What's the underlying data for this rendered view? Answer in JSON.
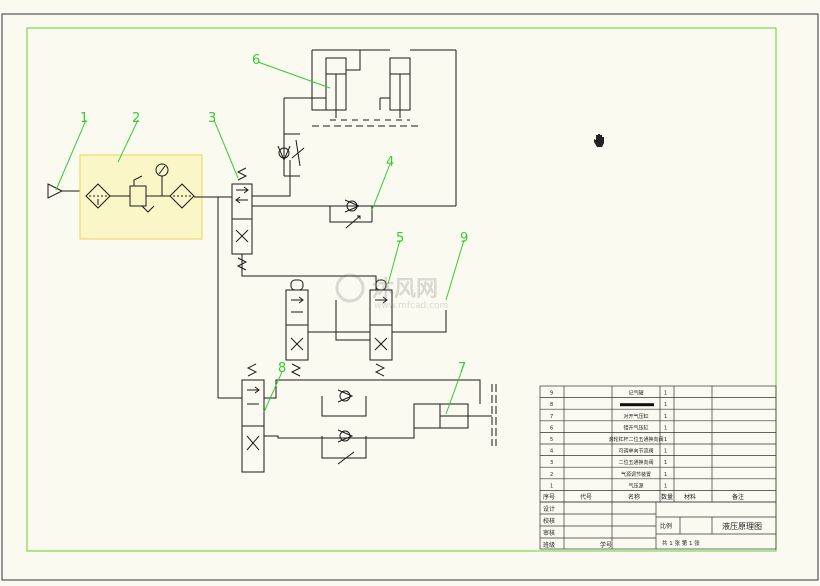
{
  "colors": {
    "background": "#fbfaf0",
    "frame": "#66cc33",
    "line": "#1a1a1a",
    "leader": "#33cc33",
    "highlight": "#f0e060"
  },
  "callouts": [
    "1",
    "2",
    "3",
    "4",
    "5",
    "6",
    "7",
    "8",
    "9"
  ],
  "bom_rows": [
    {
      "no": "9",
      "name": "记气罐",
      "qty": "1"
    },
    {
      "no": "8",
      "name": "",
      "qty": "1"
    },
    {
      "no": "7",
      "name": "对开气压缸",
      "qty": "1"
    },
    {
      "no": "6",
      "name": "错开气压缸",
      "qty": "1"
    },
    {
      "no": "5",
      "name": "滚轮杠杆二位五通换向阀",
      "qty": "1"
    },
    {
      "no": "4",
      "name": "可调单向节流阀",
      "qty": "1"
    },
    {
      "no": "3",
      "name": "二位五通换向阀",
      "qty": "1"
    },
    {
      "no": "2",
      "name": "气源调节装置",
      "qty": "1"
    },
    {
      "no": "1",
      "name": "气压源",
      "qty": "1"
    }
  ],
  "bom_header": {
    "no": "序号",
    "code": "代号",
    "name": "名称",
    "qty": "数量",
    "material": "材料",
    "remark": "备注"
  },
  "title_block": {
    "design": "设计",
    "check": "校核",
    "review": "审核",
    "class": "班级",
    "student_no": "学号",
    "scale_label": "比例",
    "drawing_title": "液压原理图",
    "sheets": "共 1 张  第 1 张"
  },
  "watermark": {
    "brand": "沐风网",
    "url": "www.mfcad.com"
  },
  "icons": {
    "cursor": "hand-cursor-icon",
    "logo": "mfcad-logo-icon"
  }
}
